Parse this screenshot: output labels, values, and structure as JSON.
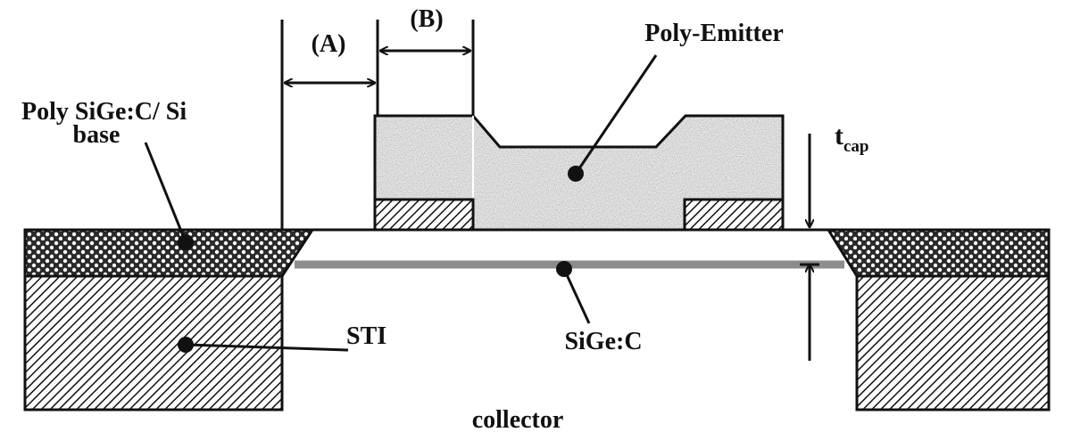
{
  "labels": {
    "poly_base_line1": "Poly SiGe:C/ Si",
    "poly_base_line2": "base",
    "dim_a": "(A)",
    "dim_b": "(B)",
    "poly_emitter": "Poly-Emitter",
    "tcap_main": "t",
    "tcap_sub": "cap",
    "sti": "STI",
    "sige_c": "SiGe:C",
    "collector": "collector"
  },
  "colors": {
    "outline": "#111111",
    "poly_emitter_fill": "#bdbdbd",
    "sige_layer": "#8c8c8c",
    "background": "#ffffff"
  }
}
